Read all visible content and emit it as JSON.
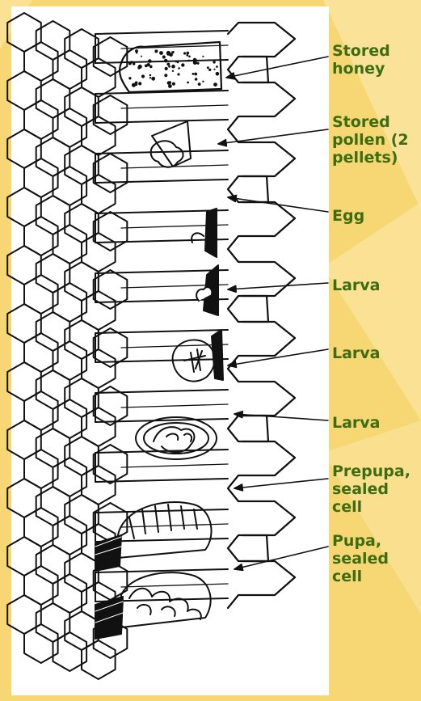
{
  "colors": {
    "background": "#f7d774",
    "background_light": "#fbe7a8",
    "panel": "#ffffff",
    "ink": "#111111",
    "label": "#3d6d12"
  },
  "labels": [
    {
      "lines": [
        "Stored",
        "honey"
      ]
    },
    {
      "lines": [
        "Stored",
        "pollen (2",
        "pellets)"
      ]
    },
    {
      "lines": [
        "Egg"
      ]
    },
    {
      "lines": [
        "Larva"
      ]
    },
    {
      "lines": [
        "Larva"
      ]
    },
    {
      "lines": [
        "Larva"
      ]
    },
    {
      "lines": [
        "Prepupa,",
        "sealed",
        "cell"
      ]
    },
    {
      "lines": [
        "Pupa,",
        "sealed",
        "cell"
      ]
    }
  ]
}
